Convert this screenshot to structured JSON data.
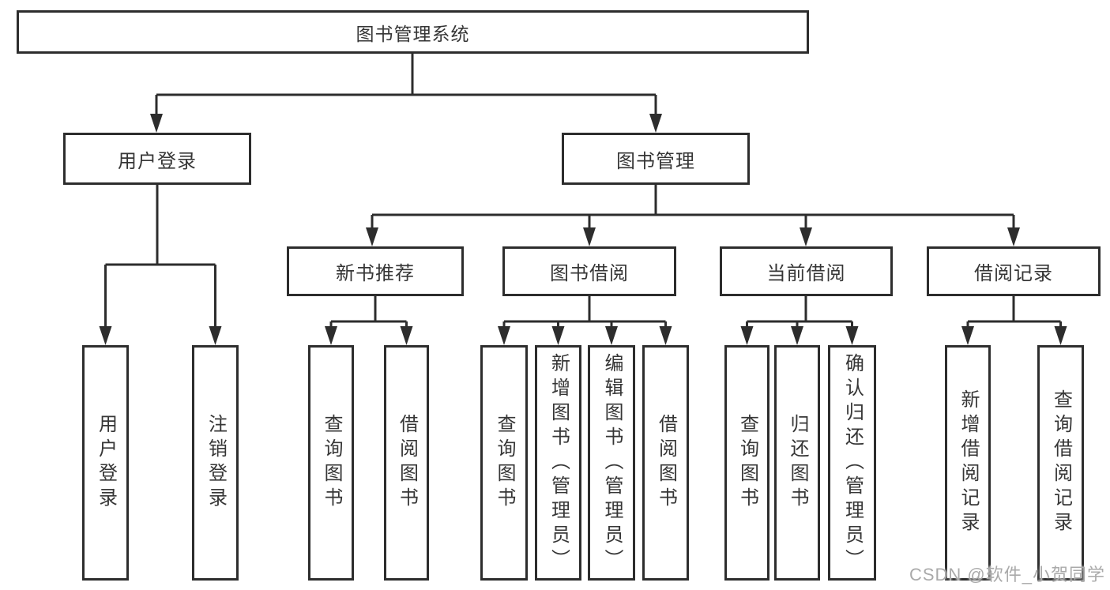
{
  "diagram": {
    "type": "hierarchy-tree",
    "tree": {
      "root": {
        "label": "图书管理系统",
        "children": [
          {
            "label": "用户登录",
            "children": [
              {
                "label": "用户登录"
              },
              {
                "label": "注销登录"
              }
            ]
          },
          {
            "label": "图书管理",
            "children": [
              {
                "label": "新书推荐",
                "children": [
                  {
                    "label": "查询图书"
                  },
                  {
                    "label": "借阅图书"
                  }
                ]
              },
              {
                "label": "图书借阅",
                "children": [
                  {
                    "label": "查询图书"
                  },
                  {
                    "label": "新增图书（管理员）"
                  },
                  {
                    "label": "编辑图书（管理员）"
                  },
                  {
                    "label": "借阅图书"
                  }
                ]
              },
              {
                "label": "当前借阅",
                "children": [
                  {
                    "label": "查询图书"
                  },
                  {
                    "label": "归还图书"
                  },
                  {
                    "label": "确认归还（管理员）"
                  }
                ]
              },
              {
                "label": "借阅记录",
                "children": [
                  {
                    "label": "新增借阅记录"
                  },
                  {
                    "label": "查询借阅记录"
                  }
                ]
              }
            ]
          }
        ]
      }
    },
    "colors": {
      "line": "#2d2d2d",
      "box_border": "#2d2d2d",
      "text": "#363636",
      "background": "#ffffff",
      "watermark": "#aaaaaa"
    }
  },
  "watermark": {
    "text": "CSDN @软件_小贺同学"
  }
}
